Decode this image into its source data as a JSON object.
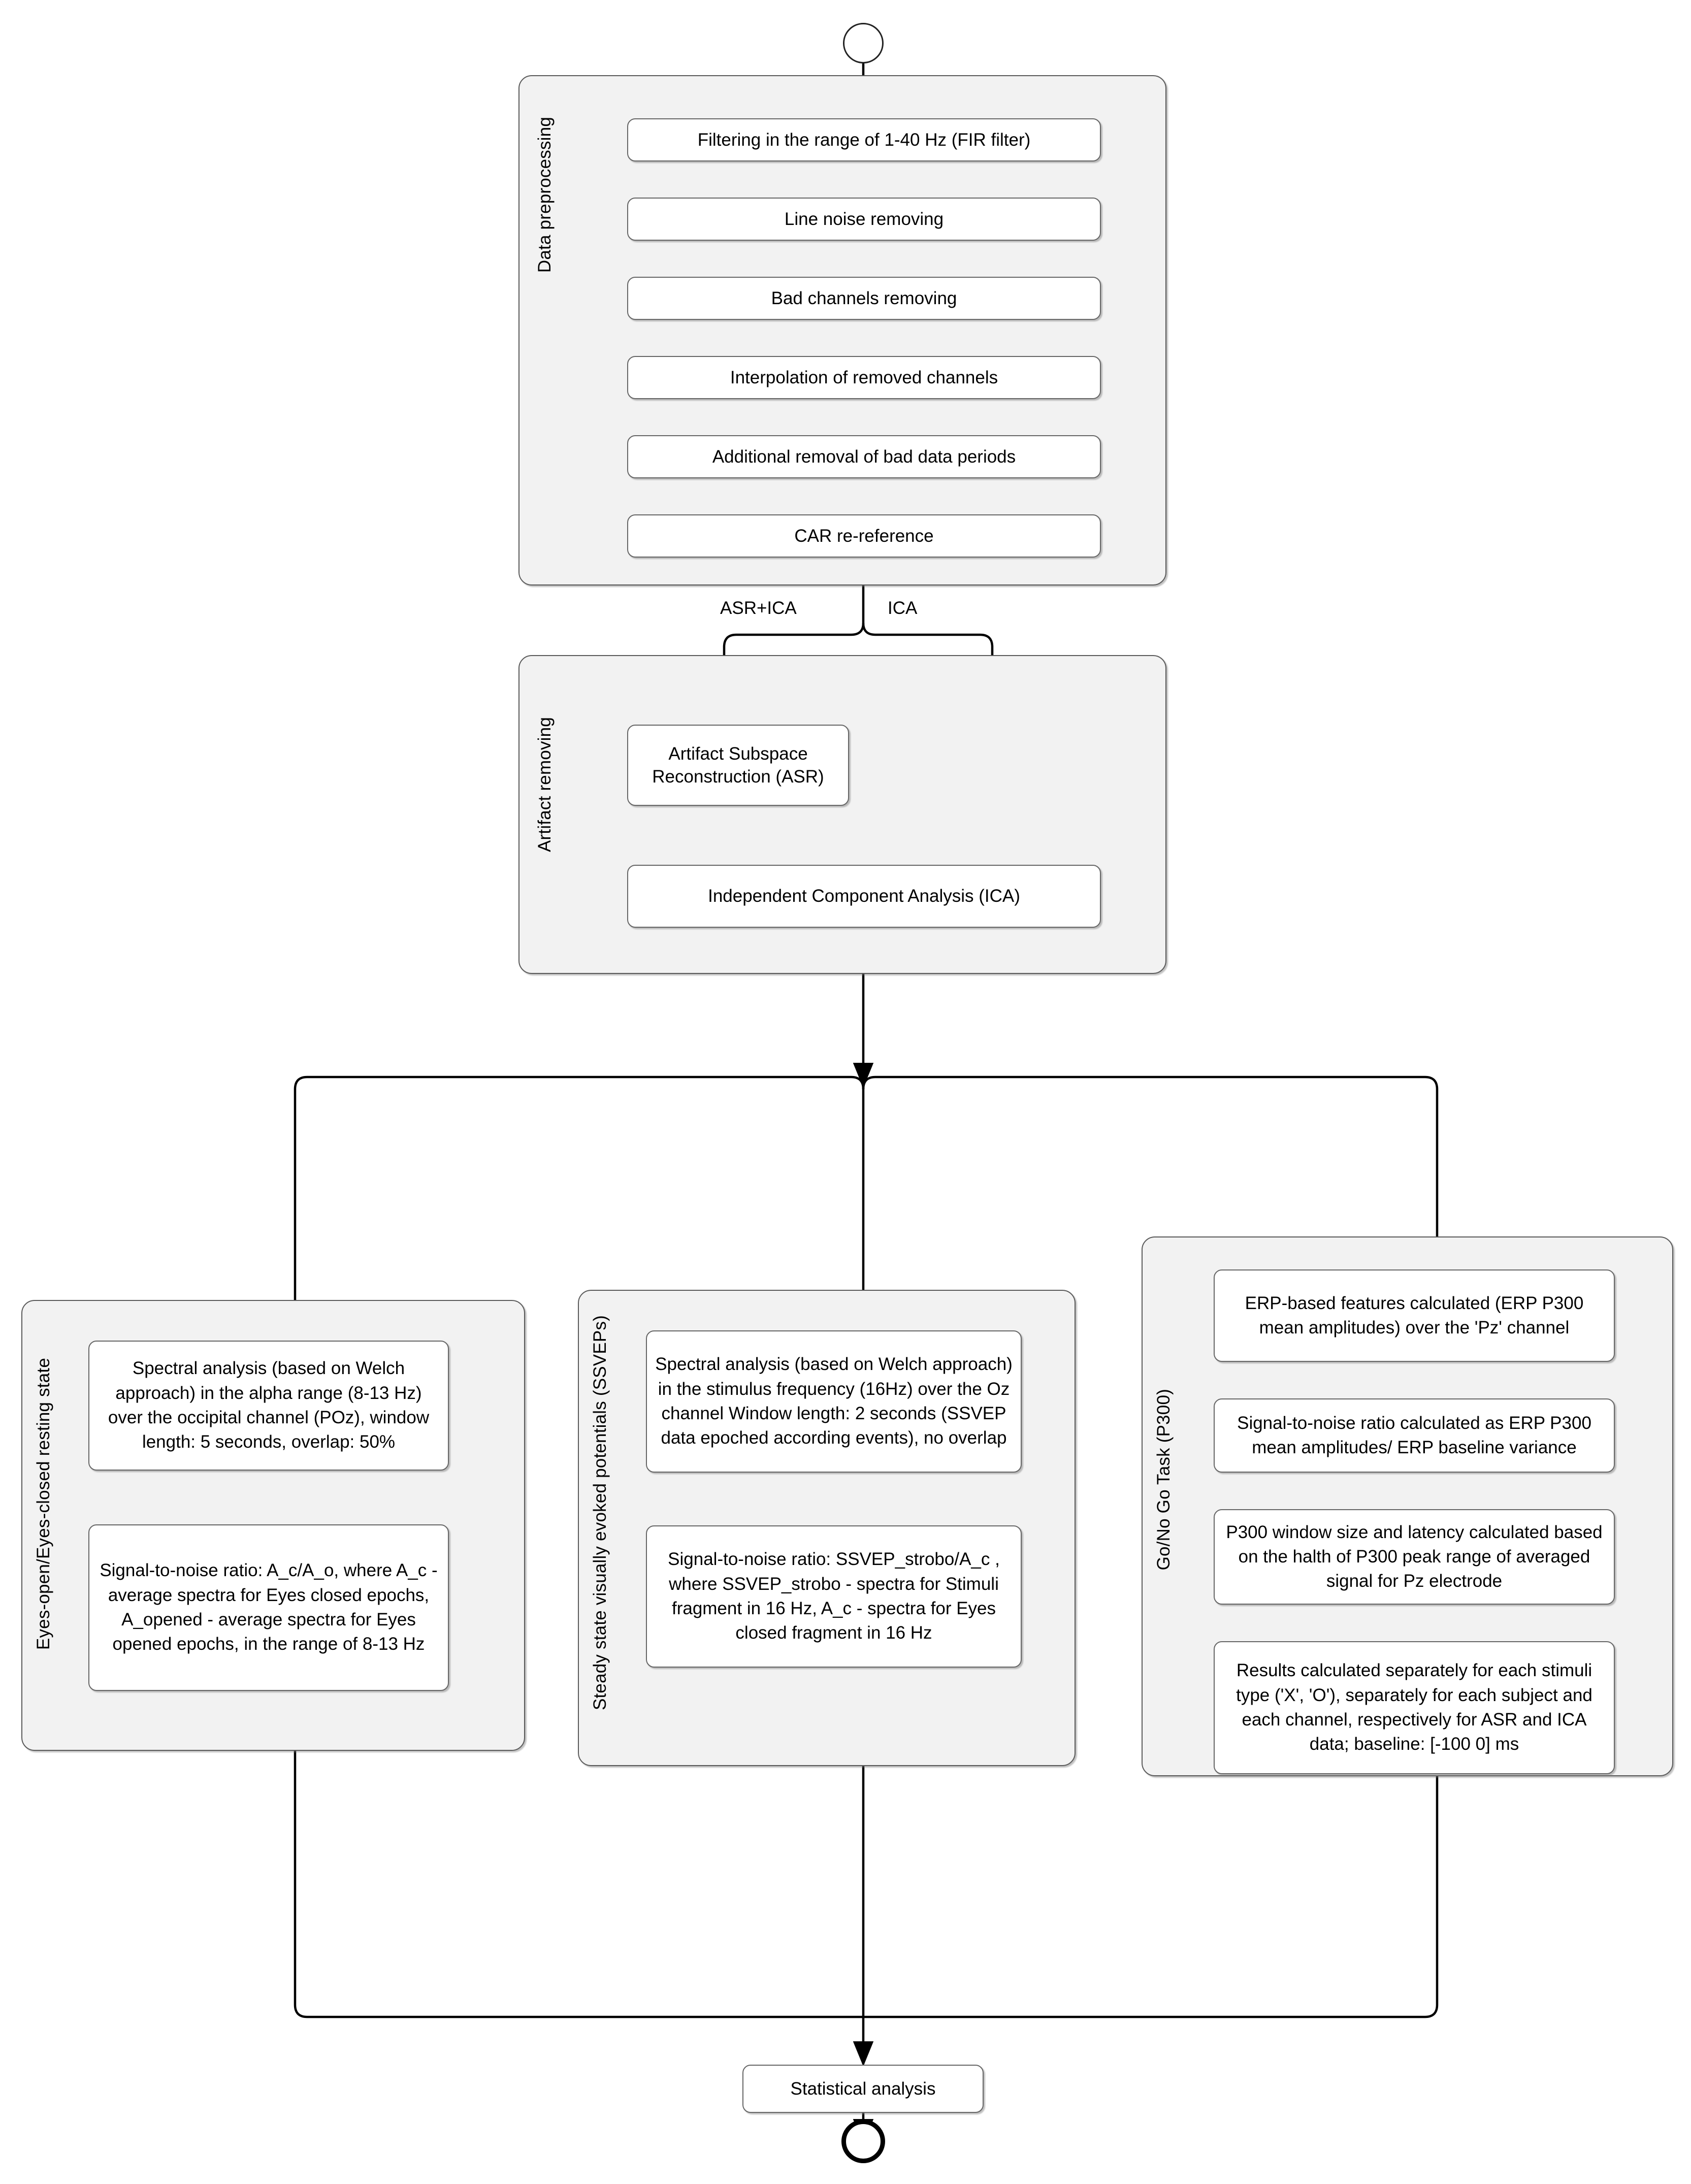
{
  "diagram": {
    "title": "EEG processing pipeline flowchart",
    "start_node": "start-circle",
    "end_node": "end-circle",
    "colors": {
      "group_fill": "#f2f2f2",
      "group_stroke": "#5a5a5a",
      "node_fill": "#ffffff",
      "node_stroke": "#666666",
      "connector": "#000000",
      "page_background": "#ffffff"
    }
  },
  "groups": {
    "preprocessing": {
      "label": "Data preprocessing",
      "nodes": [
        {
          "id": "filtering",
          "text": "Filtering in the range of 1-40 Hz (FIR filter)"
        },
        {
          "id": "line-noise",
          "text": "Line noise removing"
        },
        {
          "id": "bad-channels",
          "text": "Bad channels removing"
        },
        {
          "id": "interpolation",
          "text": "Interpolation of removed channels"
        },
        {
          "id": "bad-periods",
          "text": "Additional removal of bad data periods"
        },
        {
          "id": "car",
          "text": "CAR re-reference"
        }
      ]
    },
    "artifact_removing": {
      "label": "Artifact removing",
      "nodes": [
        {
          "id": "asr",
          "text": "Artifact Subspace Reconstruction (ASR)"
        },
        {
          "id": "ica",
          "text": "Independent Component Analysis (ICA)"
        }
      ]
    },
    "resting_state": {
      "label": "Eyes-open/Eyes-closed resting state",
      "nodes": [
        {
          "id": "rs-spectral",
          "text": "Spectral analysis (based on Welch approach) in the alpha range (8-13 Hz) over the occipital channel (POz), window length: 5 seconds, overlap: 50%"
        },
        {
          "id": "rs-snr",
          "text": "Signal-to-noise ratio:   A_c/A_o, where A_c - average spectra for Eyes closed epochs, A_opened - average spectra for Eyes opened epochs, in the range of 8-13 Hz"
        }
      ]
    },
    "ssvep": {
      "label": "Steady state visually evoked potentials (SSVEPs)",
      "nodes": [
        {
          "id": "ssvep-spectral",
          "text": "Spectral analysis (based on Welch approach) in the stimulus frequency (16Hz) over the Oz channel Window length: 2 seconds (SSVEP data epoched according events), no overlap"
        },
        {
          "id": "ssvep-snr",
          "text": "Signal-to-noise ratio: SSVEP_strobo/A_c , where SSVEP_strobo - spectra for Stimuli fragment in 16 Hz, A_c - spectra for Eyes closed fragment in 16 Hz"
        }
      ]
    },
    "gonogo": {
      "label": "Go/No Go Task (P300)",
      "nodes": [
        {
          "id": "erp-features",
          "text": "ERP-based features calculated (ERP P300 mean amplitudes) over the 'Pz' channel"
        },
        {
          "id": "erp-snr",
          "text": "Signal-to-noise ratio calculated as ERP P300 mean amplitudes/ ERP baseline variance"
        },
        {
          "id": "p300-window",
          "text": "P300 window size and latency calculated based on the halth of P300 peak range of averaged signal for Pz electrode"
        },
        {
          "id": "results",
          "text": "Results calculated separately for each stimuli type ('X', 'O'), separately for each subject and each channel, respectively for ASR and ICA data; baseline: [-100 0] ms"
        }
      ]
    }
  },
  "standalone_nodes": [
    {
      "id": "statistical-analysis",
      "text": "Statistical analysis"
    }
  ],
  "edge_labels": [
    {
      "id": "asr-ica-label",
      "text": "ASR+ICA"
    },
    {
      "id": "ica-label",
      "text": "ICA"
    }
  ]
}
